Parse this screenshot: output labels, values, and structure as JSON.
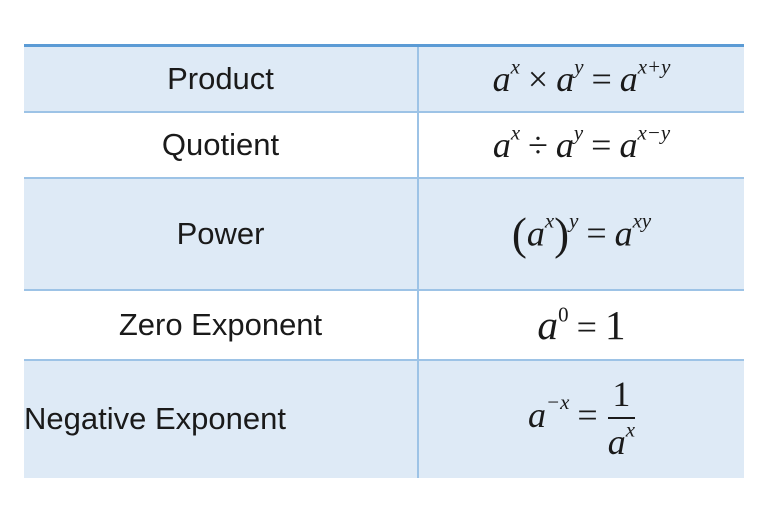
{
  "rows": [
    {
      "name": "Product",
      "formula": {
        "base": "a",
        "exp1": "x",
        "op": "×",
        "exp2": "y",
        "eq": "=",
        "exp3": "x+y"
      }
    },
    {
      "name": "Quotient",
      "formula": {
        "base": "a",
        "exp1": "x",
        "op": "÷",
        "exp2": "y",
        "eq": "=",
        "exp3": "x−y"
      }
    },
    {
      "name": "Power",
      "formula": {
        "lparen": "(",
        "base": "a",
        "exp1": "x",
        "rparen": ")",
        "outer_exp": "y",
        "eq": "=",
        "exp3": "xy"
      }
    },
    {
      "name": "Zero Exponent",
      "formula": {
        "base": "a",
        "exp": "0",
        "eq": "=",
        "value": "1"
      }
    },
    {
      "name": "Negative Exponent",
      "formula": {
        "base": "a",
        "exp": "−x",
        "eq": "=",
        "numerator": "1",
        "den_exp": "x"
      }
    }
  ],
  "colors": {
    "shaded_row": "#deeaf6",
    "plain_row": "#ffffff",
    "grid_line": "#9dc3e6",
    "top_line": "#5b9bd5"
  }
}
